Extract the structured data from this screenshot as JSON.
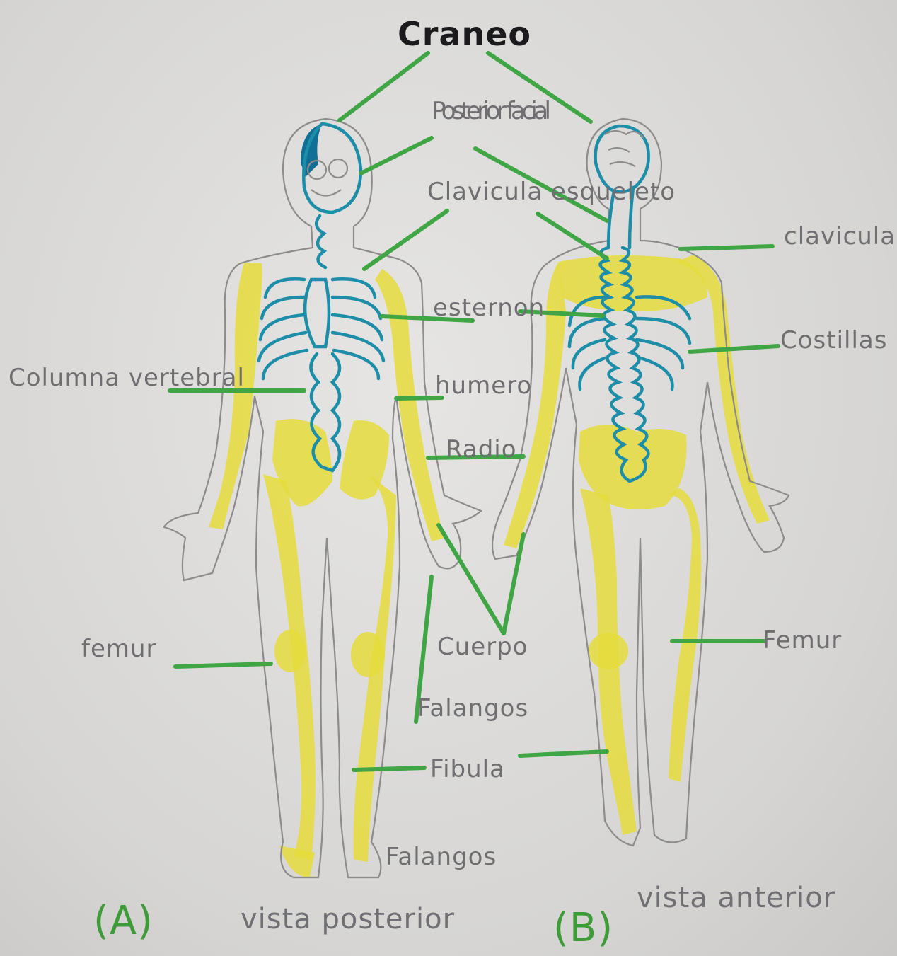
{
  "diagram": {
    "labels": {
      "craneo": "Craneo",
      "posterior_facial": "Posterior facial",
      "clavicula_esqueleto": "Clavicula esqueleto",
      "esternon": "esternon",
      "clavicula_right": "clavicula",
      "costillas": "Costillas",
      "columna_vertebral": "Columna vertebral",
      "humero": "humero",
      "radio": "Radio",
      "femur_left": "femur",
      "cuerpo": "Cuerpo",
      "femur_right": "Femur",
      "falangos_mid": "Falangos",
      "fibula": "Fibula",
      "falangos_bottom": "Falangos"
    },
    "captions": {
      "a_letter": "(A)",
      "a_text": "vista posterior",
      "b_letter": "(B)",
      "b_text": "vista anterior"
    },
    "colors": {
      "bone_fill": "#e5dc3c",
      "blue_ink": "#1e8ea8",
      "leader_green": "#3fa545",
      "pencil": "#8c8c8c"
    }
  }
}
